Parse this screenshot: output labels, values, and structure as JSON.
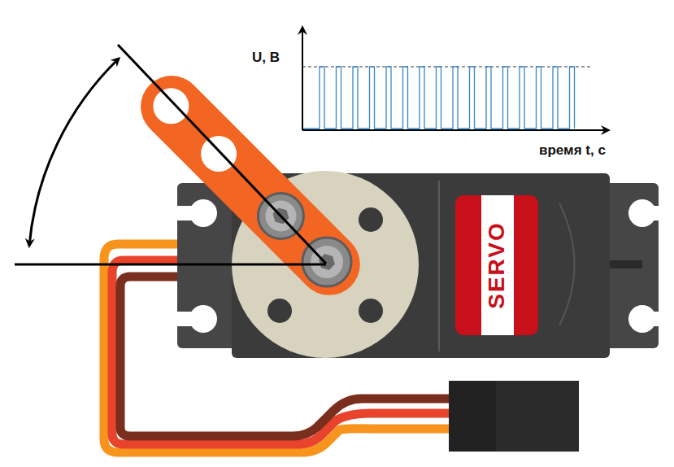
{
  "diagram": {
    "nodes": [
      {
        "text": [
          "SERVO"
        ]
      }
    ],
    "labels": [
      "U, В",
      "время t, с"
    ]
  }
}
